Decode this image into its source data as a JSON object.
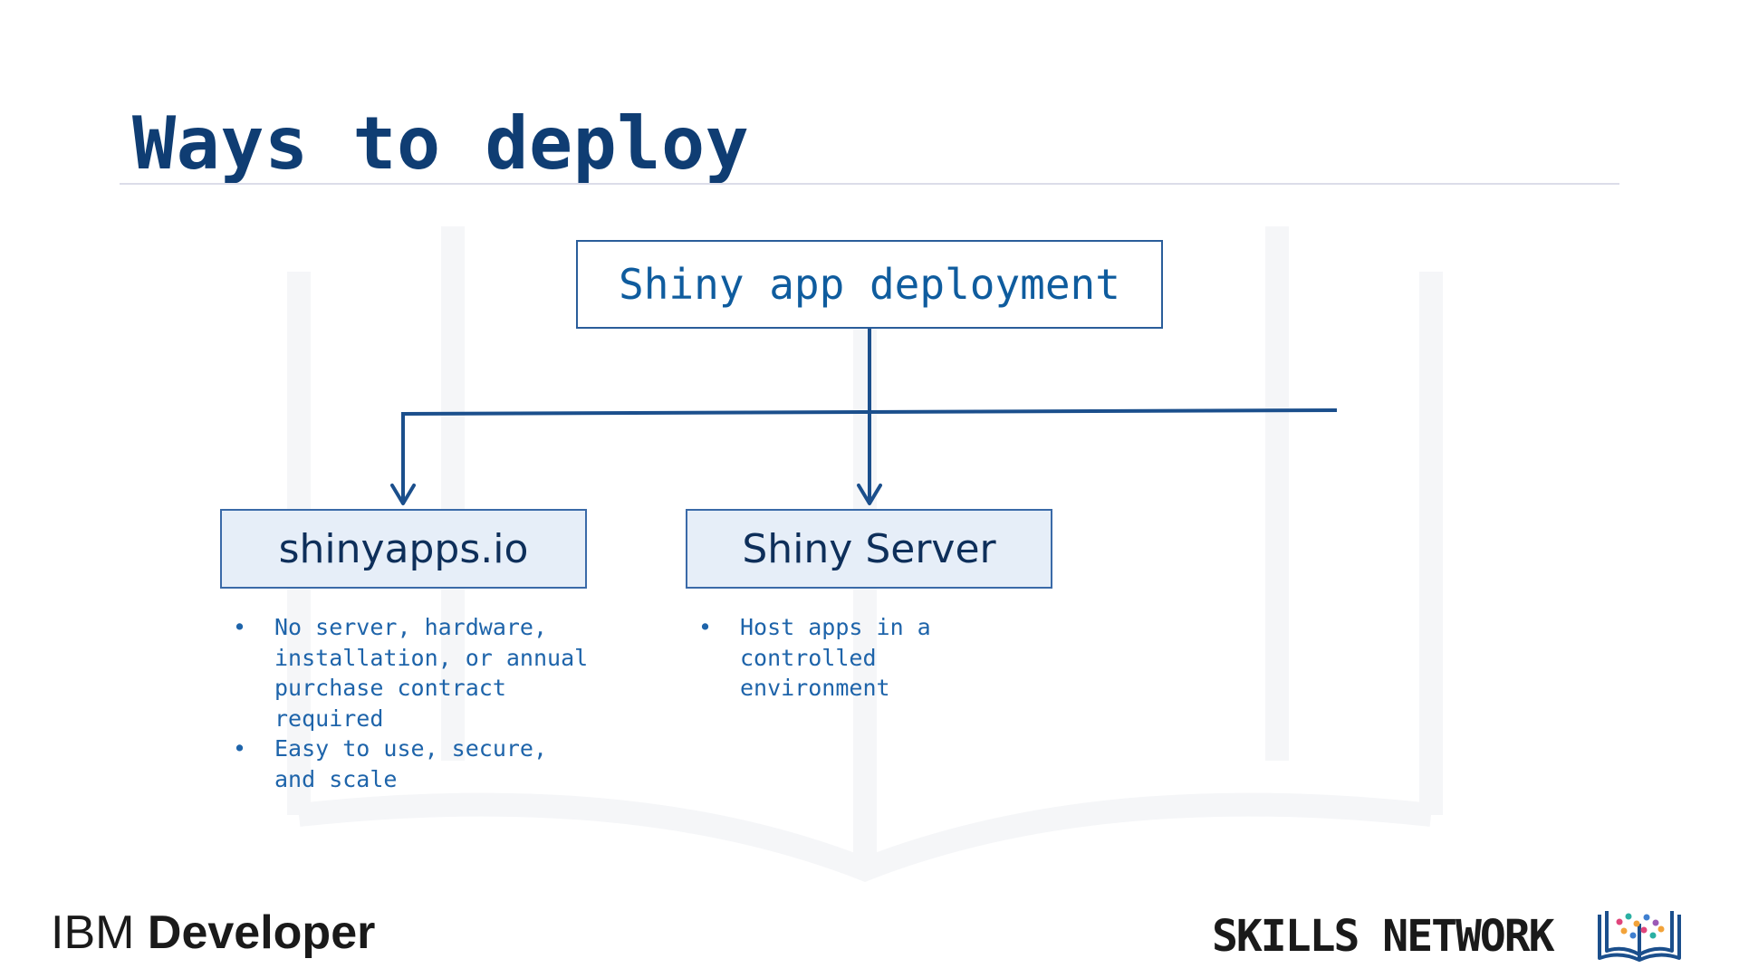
{
  "slide": {
    "title": "Ways to deploy"
  },
  "diagram": {
    "root": "Shiny app deployment",
    "children": [
      {
        "label": "shinyapps.io",
        "bullets": [
          "No server, hardware, installation, or annual purchase contract required",
          "Easy to use, secure, and scale"
        ]
      },
      {
        "label": "Shiny Server",
        "bullets": [
          "Host apps in a controlled environment"
        ]
      }
    ]
  },
  "footer": {
    "ibm_prefix": "IBM",
    "ibm_suffix": "Developer",
    "skills": "SKILLS NETWORK",
    "logo_icon": "open-book-icon"
  },
  "colors": {
    "title": "#0f3d73",
    "connector": "#1b4f8c",
    "box_fill": "#e6eef8",
    "bullet_text": "#1e64aa"
  }
}
